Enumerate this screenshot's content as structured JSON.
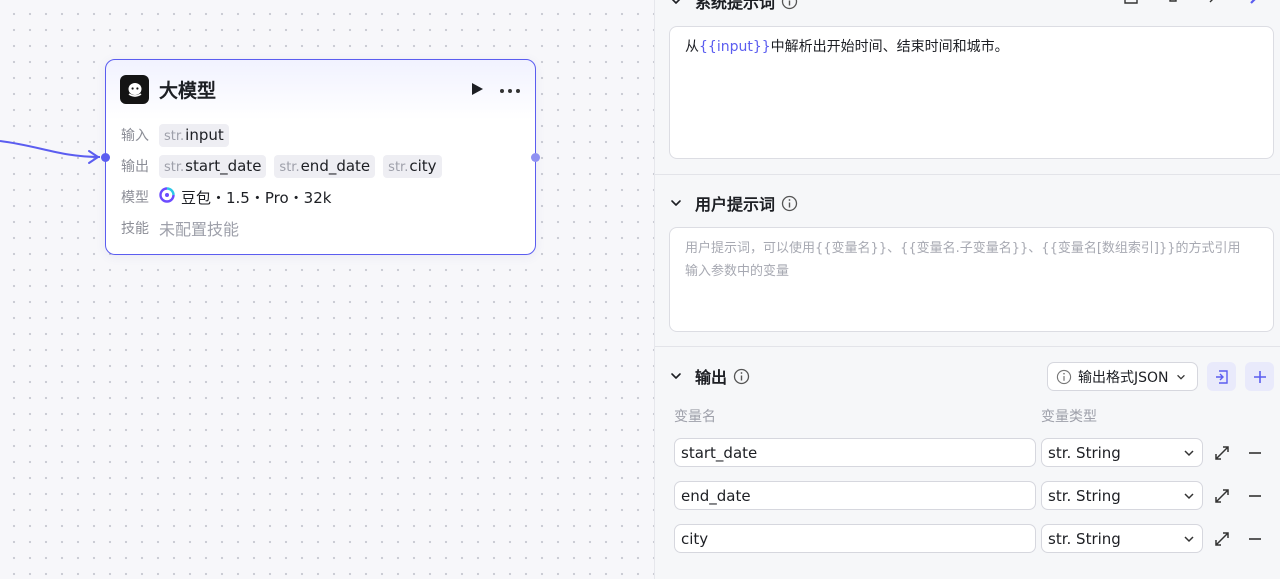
{
  "node": {
    "title": "大模型",
    "input_label": "输入",
    "output_label": "输出",
    "model_label": "模型",
    "skill_label": "技能",
    "input_vars": [
      {
        "type": "str.",
        "name": "input"
      }
    ],
    "output_vars": [
      {
        "type": "str.",
        "name": "start_date"
      },
      {
        "type": "str.",
        "name": "end_date"
      },
      {
        "type": "str.",
        "name": "city"
      }
    ],
    "model_value": "豆包・1.5・Pro・32k",
    "skill_value": "未配置技能",
    "icons": [
      "bot-logo-icon",
      "play-icon",
      "more-icon",
      "doubao-model-icon"
    ],
    "accent": "#5b5df0"
  },
  "system_prompt": {
    "title": "系统提示词",
    "text_before": "从",
    "var": "{{input}}",
    "text_after": "中解析出开始时间、结束时间和城市。"
  },
  "user_prompt": {
    "title": "用户提示词",
    "placeholder_line1": "用户提示词，可以使用{{变量名}}、{{变量名.子变量名}}、{{变量名[数组索引]}}的方式引用",
    "placeholder_line2": "输入参数中的变量"
  },
  "output": {
    "title": "输出",
    "format_button": "输出格式JSON",
    "col_name": "变量名",
    "col_type": "变量类型",
    "rows": [
      {
        "name": "start_date",
        "type_prefix": "str.",
        "type": "String"
      },
      {
        "name": "end_date",
        "type_prefix": "str.",
        "type": "String"
      },
      {
        "name": "city",
        "type_prefix": "str.",
        "type": "String"
      }
    ]
  }
}
